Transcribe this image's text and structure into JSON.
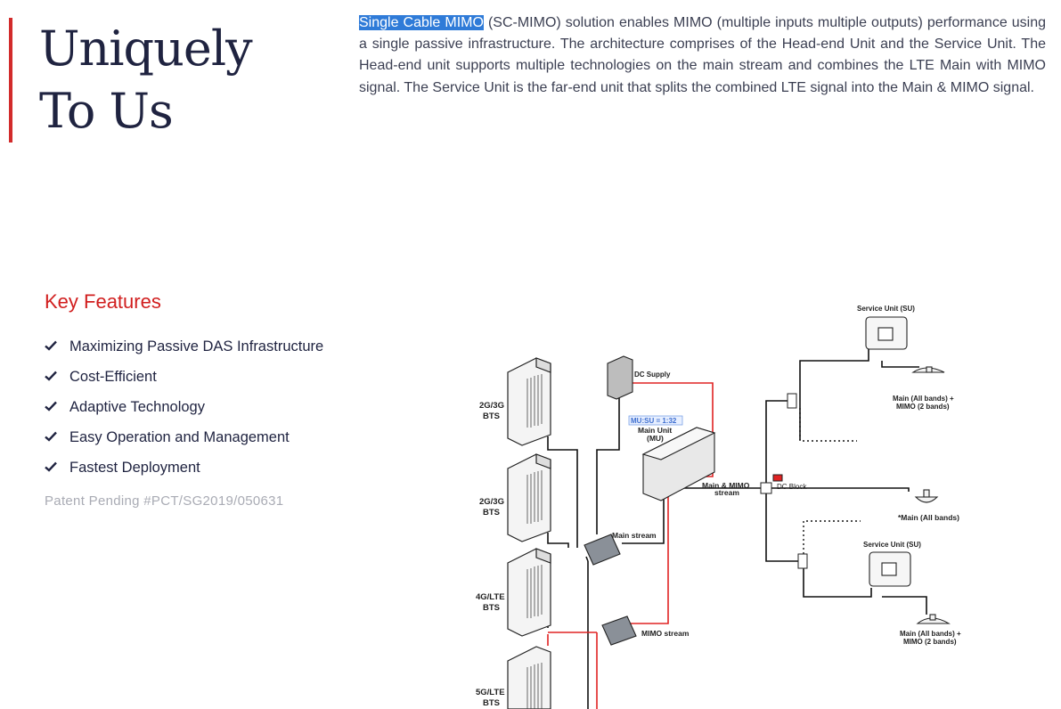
{
  "hero": {
    "title_line1": "Uniquely",
    "title_line2": "To Us",
    "intro_highlight": "Single Cable MIMO",
    "intro_rest": " (SC-MIMO) solution enables MIMO (multiple inputs multiple outputs) performance using a single passive infrastructure. The architecture comprises of the Head-end Unit and the Service Unit. The Head-end unit supports multiple technologies on the main stream and combines the LTE Main with MIMO signal. The Service Unit is the far-end unit that splits the combined LTE signal into the Main & MIMO signal."
  },
  "features": {
    "title": "Key Features",
    "items": [
      "Maximizing Passive DAS Infrastructure",
      "Cost-Efficient",
      "Adaptive Technology",
      "Easy Operation and Management",
      "Fastest Deployment"
    ],
    "patent": "Patent Pending #PCT/SG2019/050631"
  },
  "diagram": {
    "bts": [
      "2G/3G",
      "BTS",
      "2G/3G",
      "BTS",
      "4G/LTE",
      "BTS",
      "5G/LTE",
      "BTS"
    ],
    "dc_supply": "DC Supply",
    "ratio": "MU:SU = 1:32",
    "main_unit": "Main Unit",
    "main_unit_abbr": "(MU)",
    "main_stream": "Main stream",
    "mimo_stream": "MIMO stream",
    "main_mimo": "Main & MIMO",
    "stream": "stream",
    "dc_block": "DC Block",
    "service_unit_1": "Service Unit (SU)",
    "service_unit_2": "Service Unit (SU)",
    "antenna_1_line1": "Main (All bands) +",
    "antenna_1_line2": "MIMO (2 bands)",
    "antenna_2": "*Main (All bands)",
    "antenna_3_line1": "Main (All bands) +",
    "antenna_3_line2": "MIMO (2 bands)"
  },
  "colors": {
    "accent_red": "#d22b2b",
    "heading": "#1f2340",
    "highlight": "#2f7bd8"
  }
}
